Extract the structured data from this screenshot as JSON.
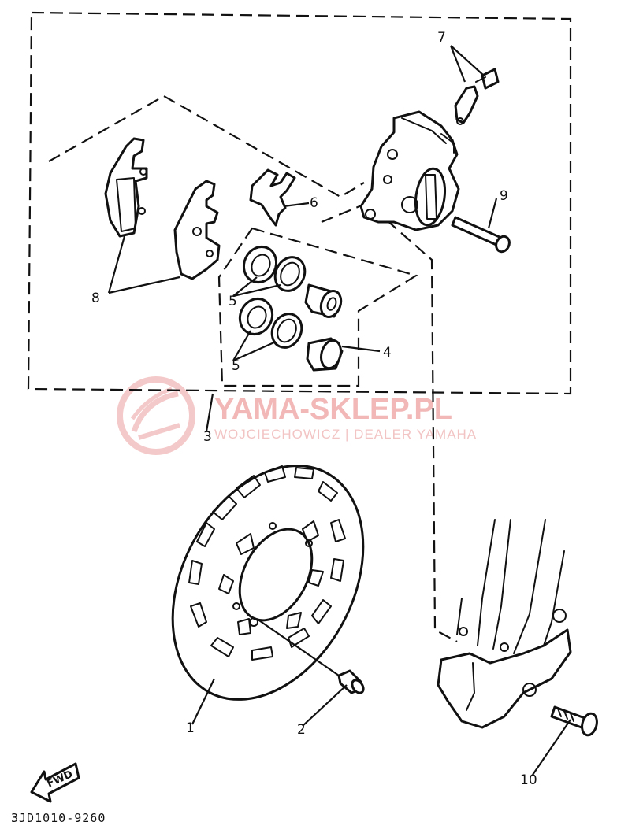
{
  "diagram": {
    "part_code": "3JD1010-9260",
    "direction_label": "FWD",
    "watermark": {
      "title": "YAMA-SKLEP.PL",
      "subtitle": "WOJCIECHOWICZ | DEALER YAMAHA",
      "color": "#e88a8a"
    },
    "callouts": [
      {
        "id": "1",
        "label": "1",
        "part": "brake-disc"
      },
      {
        "id": "2",
        "label": "2",
        "part": "disc-bolt"
      },
      {
        "id": "3",
        "label": "3",
        "part": "caliper-assembly"
      },
      {
        "id": "4",
        "label": "4",
        "part": "piston-kit"
      },
      {
        "id": "5a",
        "label": "5",
        "part": "seal-set-upper"
      },
      {
        "id": "5b",
        "label": "5",
        "part": "seal-set-lower"
      },
      {
        "id": "6",
        "label": "6",
        "part": "pad-support"
      },
      {
        "id": "7",
        "label": "7",
        "part": "bleed-screw"
      },
      {
        "id": "8",
        "label": "8",
        "part": "brake-pad-kit"
      },
      {
        "id": "9",
        "label": "9",
        "part": "pin"
      },
      {
        "id": "10",
        "label": "10",
        "part": "caliper-bolt"
      }
    ]
  }
}
